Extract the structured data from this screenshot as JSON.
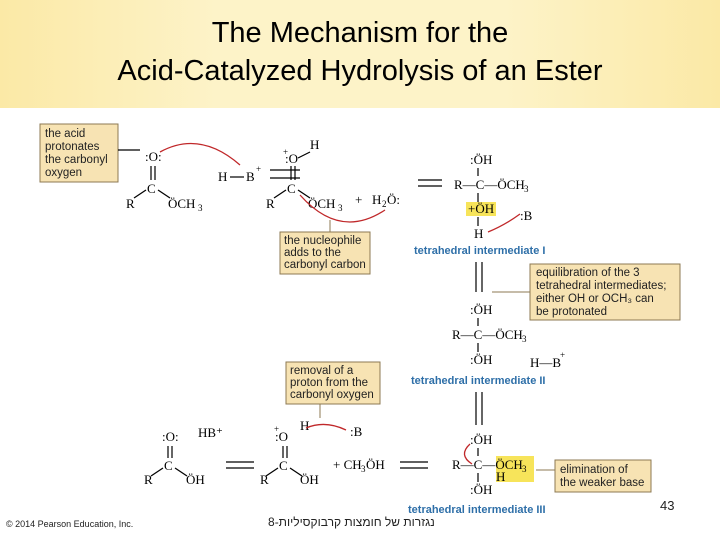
{
  "title": {
    "line1": "The Mechanism for the",
    "line2": "Acid-Catalyzed Hydrolysis of an Ester"
  },
  "notes": {
    "protonate": [
      "the acid",
      "protonates",
      "the carbonyl",
      "oxygen"
    ],
    "nucleophile": [
      "the nucleophile",
      "adds to the",
      "carbonyl carbon"
    ],
    "equilibration": [
      "equilibration of the 3",
      "tetrahedral intermediates;",
      "either OH or OCH₃ can",
      "be protonated"
    ],
    "removal": [
      "removal of a",
      "proton from the",
      "carbonyl oxygen"
    ],
    "elimination": [
      "elimination of",
      "the weaker base"
    ]
  },
  "labels": {
    "ti1": "tetrahedral intermediate I",
    "ti2": "tetrahedral intermediate II",
    "ti3": "tetrahedral intermediate III"
  },
  "footer": {
    "copyright": "© 2014 Pearson Education, Inc.",
    "hebrew": "נגזרות של חומצות קרבוקסיליות-8",
    "page": "43"
  },
  "colors": {
    "title_band": "#fdf3c8",
    "note_fill": "#f7e3b3",
    "label_blue": "#2e6fa8",
    "arrow_red": "#c0282a",
    "highlight": "#f7e45a"
  }
}
